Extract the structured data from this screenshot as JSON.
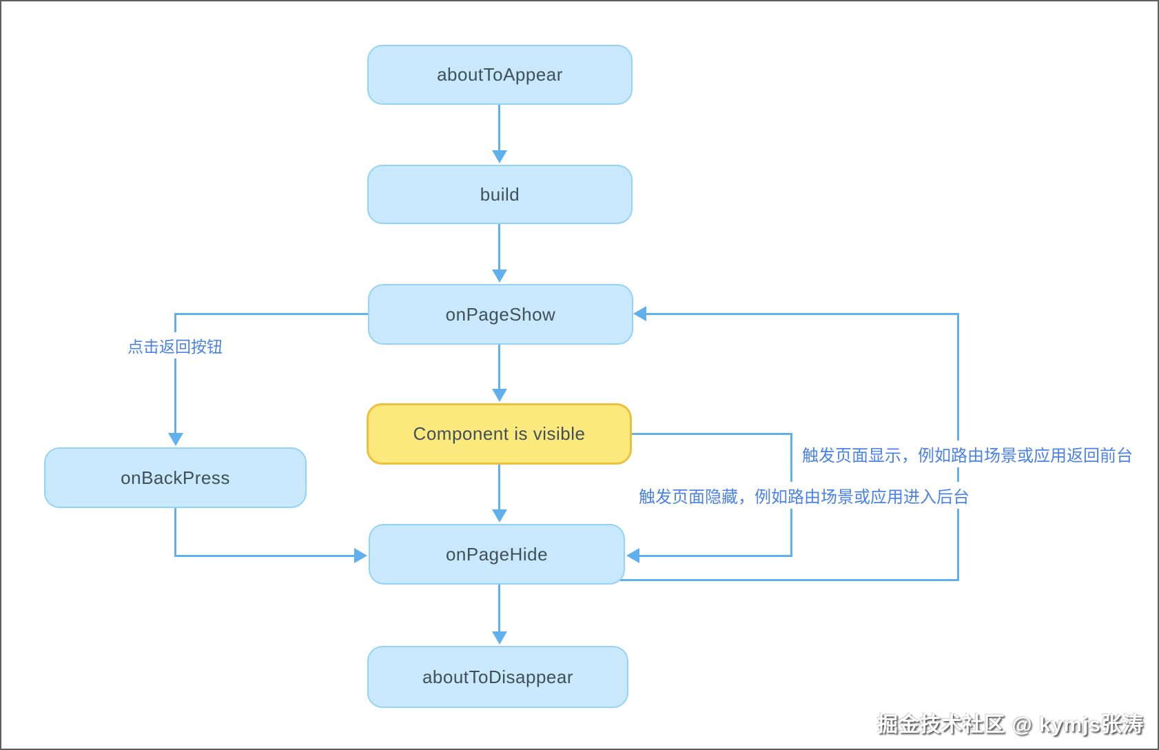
{
  "diagram": {
    "watermark": "掘金技术社区 @ kymjs张涛",
    "nodes": [
      {
        "id": "aboutToAppear",
        "label": "aboutToAppear",
        "type": "lifecycle-hook"
      },
      {
        "id": "build",
        "label": "build",
        "type": "lifecycle-hook"
      },
      {
        "id": "onPageShow",
        "label": "onPageShow",
        "type": "lifecycle-hook"
      },
      {
        "id": "componentVisible",
        "label": "Component is visible",
        "type": "state-highlight"
      },
      {
        "id": "onBackPress",
        "label": "onBackPress",
        "type": "lifecycle-hook"
      },
      {
        "id": "onPageHide",
        "label": "onPageHide",
        "type": "lifecycle-hook"
      },
      {
        "id": "aboutToDisappear",
        "label": "aboutToDisappear",
        "type": "lifecycle-hook"
      }
    ],
    "edges": [
      {
        "from": "aboutToAppear",
        "to": "build"
      },
      {
        "from": "build",
        "to": "onPageShow"
      },
      {
        "from": "onPageShow",
        "to": "componentVisible"
      },
      {
        "from": "componentVisible",
        "to": "onPageHide"
      },
      {
        "from": "onPageHide",
        "to": "aboutToDisappear"
      },
      {
        "from": "onPageShow",
        "to": "onBackPress",
        "label_key": "back_button"
      },
      {
        "from": "onBackPress",
        "to": "onPageHide"
      },
      {
        "from": "componentVisible",
        "to": "onPageHide",
        "label_key": "page_hide"
      },
      {
        "from": "onPageHide",
        "to": "onPageShow",
        "label_key": "page_show"
      }
    ],
    "edge_labels": {
      "back_button": "点击返回按钮",
      "page_show": "触发页面显示，例如路由场景或应用返回前台",
      "page_hide": "触发页面隐藏，例如路由场景或应用进入后台"
    },
    "colors": {
      "node_fill": "#c9e8fb",
      "node_border": "#92d3f7",
      "highlight_fill": "#fbe97e",
      "highlight_border": "#edc03c",
      "arrow": "#5fb0ed",
      "label_text": "#4a82e8",
      "node_text": "#40505a",
      "frame_border": "#5e5e5e"
    }
  }
}
